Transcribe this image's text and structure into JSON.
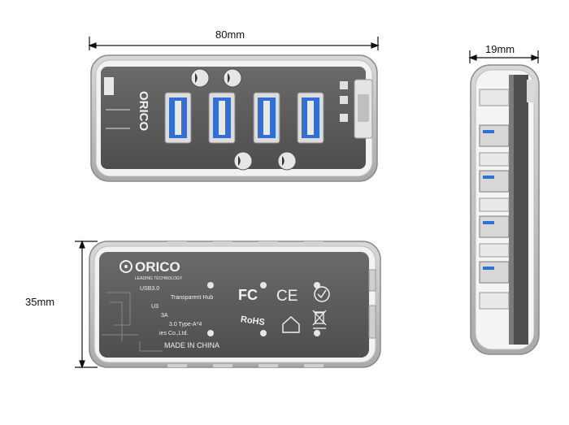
{
  "dimensions": {
    "width_label": "80mm",
    "depth_label": "19mm",
    "height_label": "35mm"
  },
  "bottom_face": {
    "brand": "ORICO",
    "tagline": "LEADING TECHNOLOGY",
    "origin": "MADE IN CHINA",
    "partial_lines": [
      "USB3.0",
      "Transparent Hub",
      "U3",
      "3A",
      "3.0 Type-A*4",
      "ies Co.,Ltd."
    ]
  },
  "top_face": {
    "brand": "ORICO"
  },
  "colors": {
    "shell": "#c8c8c8",
    "pcb": "#5f5f5f",
    "usb_port": "#2f6fd6",
    "dimension_line": "#111111"
  }
}
